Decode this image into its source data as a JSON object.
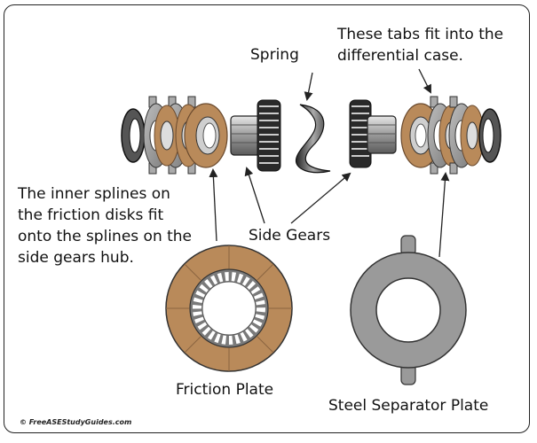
{
  "labels": {
    "spring": "Spring",
    "tabs_line1": "These tabs fit into the",
    "tabs_line2": "differential case.",
    "splines_line1": "The inner splines on",
    "splines_line2": "the friction disks fit",
    "splines_line3": "onto the splines on the",
    "splines_line4": "side gears hub.",
    "side_gears": "Side Gears",
    "friction_plate": "Friction Plate",
    "steel_separator_plate": "Steel Separator Plate"
  },
  "copyright": "© FreeASEStudyGuides.com",
  "colors": {
    "friction": "#b98a5a",
    "friction_dark": "#7a5535",
    "steel": "#8a8a8a",
    "steel_light": "#c9c9c9",
    "outline": "#222222"
  }
}
